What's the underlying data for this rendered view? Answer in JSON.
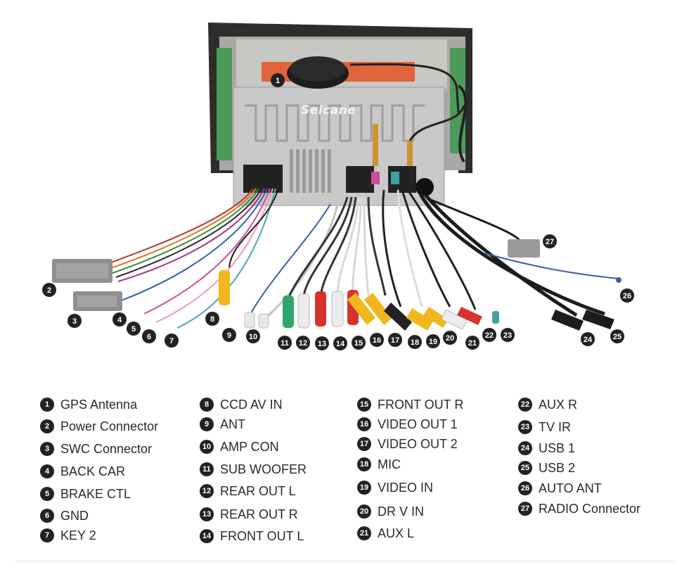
{
  "brand": "Seicane",
  "connectors": [
    {
      "num": "1",
      "label": "GPS Antenna"
    },
    {
      "num": "2",
      "label": "Power Connector"
    },
    {
      "num": "3",
      "label": "SWC Connector"
    },
    {
      "num": "4",
      "label": "BACK CAR"
    },
    {
      "num": "5",
      "label": "BRAKE CTL"
    },
    {
      "num": "6",
      "label": "GND"
    },
    {
      "num": "7",
      "label": "KEY 2"
    },
    {
      "num": "8",
      "label": "CCD AV IN"
    },
    {
      "num": "9",
      "label": "ANT"
    },
    {
      "num": "10",
      "label": "AMP CON"
    },
    {
      "num": "11",
      "label": "SUB WOOFER"
    },
    {
      "num": "12",
      "label": "REAR OUT L"
    },
    {
      "num": "13",
      "label": "REAR OUT R"
    },
    {
      "num": "14",
      "label": "FRONT OUT L"
    },
    {
      "num": "15",
      "label": "FRONT OUT R"
    },
    {
      "num": "16",
      "label": "VIDEO OUT 1"
    },
    {
      "num": "17",
      "label": "VIDEO OUT 2"
    },
    {
      "num": "18",
      "label": "MIC"
    },
    {
      "num": "19",
      "label": "VIDEO IN"
    },
    {
      "num": "20",
      "label": "DR V IN"
    },
    {
      "num": "21",
      "label": "AUX L"
    },
    {
      "num": "22",
      "label": "AUX R"
    },
    {
      "num": "23",
      "label": "TV IR"
    },
    {
      "num": "24",
      "label": "USB 1"
    },
    {
      "num": "25",
      "label": "USB 2"
    },
    {
      "num": "26",
      "label": "AUTO ANT"
    },
    {
      "num": "27",
      "label": "RADIO Connector"
    }
  ],
  "colors": {
    "badge": "#222222",
    "chassis": "#c9c9c9",
    "rca_yellow": "#f2b71c",
    "rca_red": "#d8322e",
    "rca_white": "#ececec",
    "rca_green": "#2fa56b"
  }
}
